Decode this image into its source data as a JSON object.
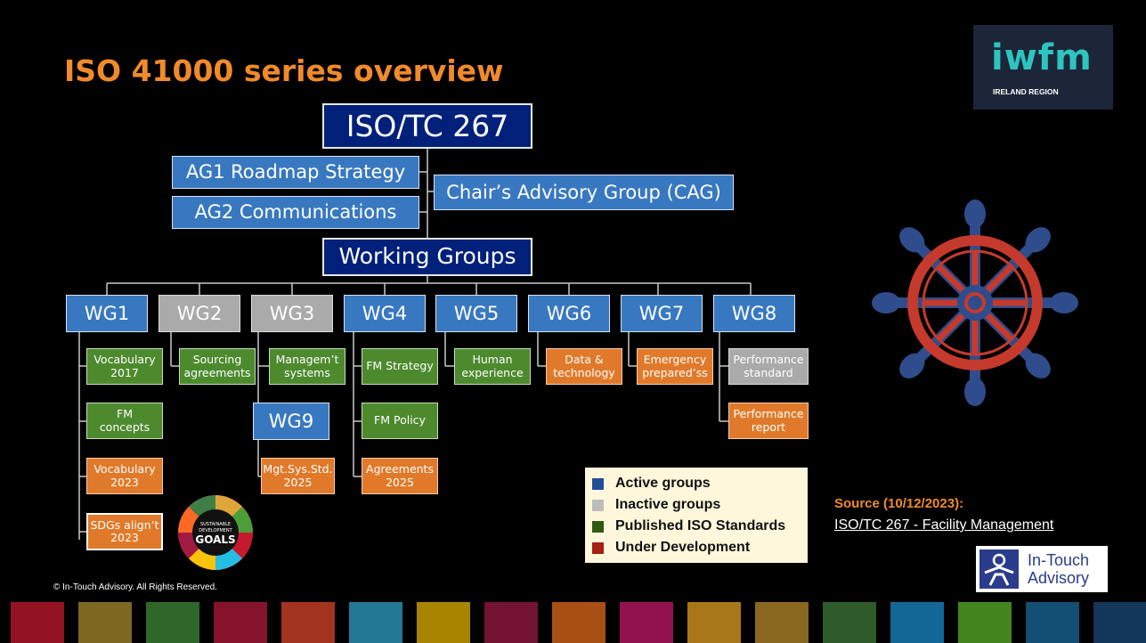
{
  "title": "ISO 41000 series overview",
  "top": {
    "committee": "ISO/TC 267",
    "ag1": "AG1 Roadmap Strategy",
    "ag2": "AG2 Communications",
    "cag": "Chair’s Advisory Group (CAG)",
    "working_groups": "Working Groups"
  },
  "groups": {
    "wg1": "WG1",
    "wg2": "WG2",
    "wg3": "WG3",
    "wg4": "WG4",
    "wg5": "WG5",
    "wg6": "WG6",
    "wg7": "WG7",
    "wg8": "WG8",
    "wg9": "WG9"
  },
  "standards": {
    "wg1_vocab2017": [
      "Vocabulary",
      "2017"
    ],
    "wg1_fmconcepts": [
      "FM",
      "concepts"
    ],
    "wg1_vocab2023": [
      "Vocabulary",
      "2023"
    ],
    "wg1_sdgs": [
      "SDGs align’t",
      "2023"
    ],
    "wg2_sourcing": [
      "Sourcing",
      "agreements"
    ],
    "wg3_mgmt": [
      "Managem’t",
      "systems"
    ],
    "wg9_mgtsys": [
      "Mgt.Sys.Std.",
      "2025"
    ],
    "wg4_strategy": [
      "FM Strategy"
    ],
    "wg4_policy": [
      "FM Policy"
    ],
    "wg4_agreements": [
      "Agreements",
      "2025"
    ],
    "wg5_human": [
      "Human",
      "experience"
    ],
    "wg6_data": [
      "Data &",
      "technology"
    ],
    "wg7_emergency": [
      "Emergency",
      "prepared’ss"
    ],
    "wg8_perf_std": [
      "Performance",
      "standard"
    ],
    "wg8_perf_report": [
      "Performance",
      "report"
    ]
  },
  "sdg_logo_text": [
    "SUSTAINABLE",
    "DEVELOPMENT",
    "GOALS"
  ],
  "legend": [
    {
      "label": "Active groups",
      "color": "#1f4e99"
    },
    {
      "label": "Inactive groups",
      "color": "#bcbcbc"
    },
    {
      "label": "Published ISO Standards",
      "color": "#2f5a14"
    },
    {
      "label": "Under Development",
      "color": "#a52010"
    }
  ],
  "source": {
    "label": "Source (10/12/2023):",
    "link": "ISO/TC 267 - Facility Management"
  },
  "copyright": "© In-Touch Advisory. All Rights Reserved.",
  "logos": {
    "iwfm": "iwfm",
    "iwfm_sub": "IRELAND REGION",
    "intouch": [
      "In-Touch",
      "Advisory"
    ]
  },
  "colors": {
    "accent": "#f08a2a",
    "active": "#3878c0",
    "navy": "#00207a",
    "inactive": "#aaaaaa",
    "published": "#4d8a2e",
    "development": "#e07a2a",
    "wheel_spokes": "#2f4d8c",
    "wheel_rim": "#c53a2c"
  },
  "sdg_strip_colors": [
    "#c5192d",
    "#a88a2c",
    "#3f8a3a",
    "#b01a3a",
    "#d8462a",
    "#2fa0c8",
    "#e0b000",
    "#9a1844",
    "#e06a1a",
    "#c01a6a",
    "#e0a020",
    "#b88a2a",
    "#3f7a3a",
    "#1a8ac8",
    "#5ab02a",
    "#1a6a9a",
    "#1a4a7a"
  ]
}
